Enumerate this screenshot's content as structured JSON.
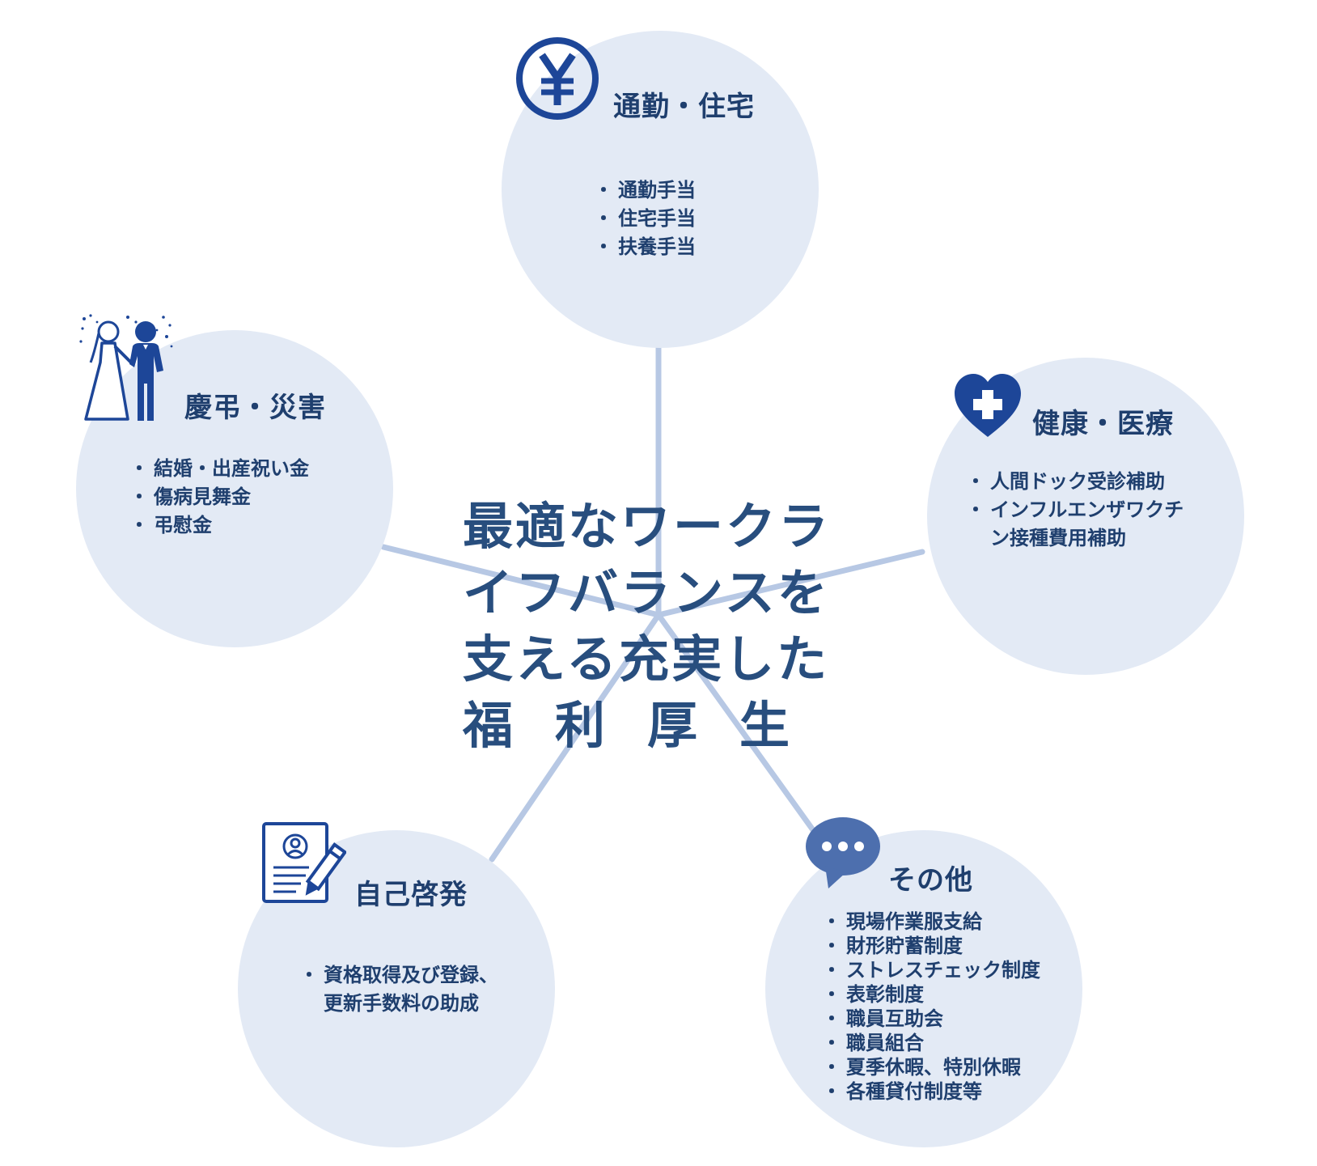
{
  "colors": {
    "circle": "#e3eaf5",
    "connector": "#b7c8e4",
    "title_text": "#284e7e",
    "label_text": "#1f3f6e",
    "icon": "#1d4698",
    "bubble": "#4d6fae"
  },
  "center": {
    "lines": [
      "最適なワークラ",
      "イフバランスを",
      "支える充実した",
      "福利厚生"
    ]
  },
  "nodes": {
    "commute": {
      "icon": "yen-icon",
      "title": "通勤・住宅",
      "items": [
        "通勤手当",
        "住宅手当",
        "扶養手当"
      ]
    },
    "health": {
      "icon": "heart-cross-icon",
      "title": "健康・医療",
      "items": [
        "人間ドック受診補助",
        "インフルエンザワクチン接種費用補助"
      ]
    },
    "other": {
      "icon": "chat-bubble-icon",
      "title": "その他",
      "items": [
        "現場作業服支給",
        "財形貯蓄制度",
        "ストレスチェック制度",
        "表彰制度",
        "職員互助会",
        "職員組合",
        "夏季休暇、特別休暇",
        "各種貸付制度等"
      ]
    },
    "selfdev": {
      "icon": "certificate-pen-icon",
      "title": "自己啓発",
      "items": [
        "資格取得及び登録、更新手数料の助成"
      ]
    },
    "ceremony": {
      "icon": "wedding-couple-icon",
      "title": "慶弔・災害",
      "items": [
        "結婚・出産祝い金",
        "傷病見舞金",
        "弔慰金"
      ]
    }
  }
}
